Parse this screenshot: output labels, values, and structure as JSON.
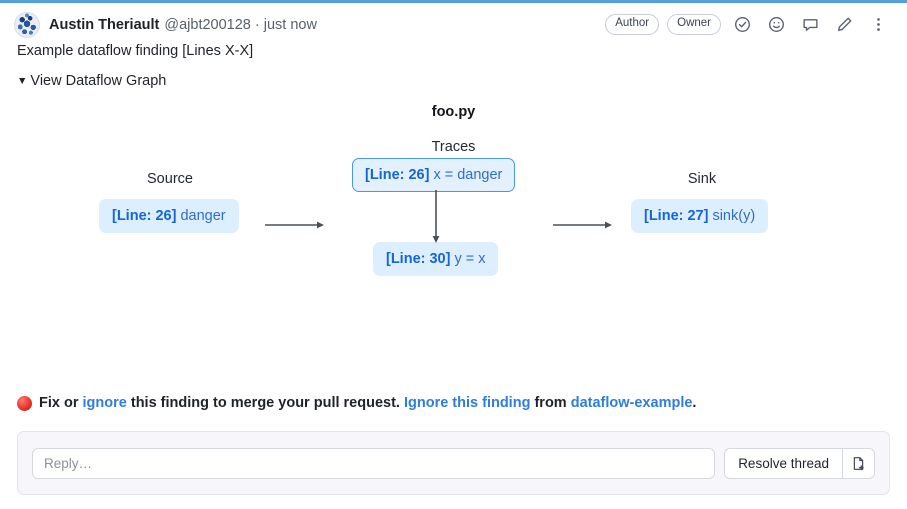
{
  "header": {
    "avatar_name": "user-avatar-identicon",
    "author": "Austin Theriault",
    "handle": "@ajbt200128 · just now",
    "badges": [
      "Author",
      "Owner"
    ],
    "icons": [
      {
        "name": "check-circle-icon"
      },
      {
        "name": "emoji-smiley-icon"
      },
      {
        "name": "comment-icon"
      },
      {
        "name": "pencil-edit-icon"
      },
      {
        "name": "kebab-menu-icon"
      }
    ]
  },
  "comment": {
    "text": "Example dataflow finding [Lines X-X]"
  },
  "dataflow": {
    "caret": "▼",
    "toggle_label": "View Dataflow Graph",
    "file_title": "foo.py",
    "traces_label": "Traces",
    "source_label": "Source",
    "sink_label": "Sink",
    "nodes": {
      "source": {
        "line": "[Line: 26]",
        "code": "danger"
      },
      "trace1": {
        "line": "[Line: 26]",
        "code": "x = danger"
      },
      "trace2": {
        "line": "[Line: 30]",
        "code": "y = x"
      },
      "sink": {
        "line": "[Line: 27]",
        "code": "sink(y)"
      }
    },
    "node_bg": "#ddeeff",
    "node_text_color": "#2f6fc4",
    "selected_border": "#4c96e8",
    "arrow_color": "#4a5058"
  },
  "fix_notice": {
    "status_dot": "red-status-dot",
    "prefix": "Fix or",
    "ignore_link": "ignore",
    "middle": "this finding to merge your pull request.",
    "ignore_finding_link": "Ignore this finding",
    "from_text": "from",
    "repo_link": "dataflow-example",
    "period": ".",
    "link_color": "#2f7ddc"
  },
  "reply": {
    "placeholder": "Reply…",
    "value": "",
    "resolve_label": "Resolve thread",
    "newfile_icon": "new-file-icon"
  }
}
